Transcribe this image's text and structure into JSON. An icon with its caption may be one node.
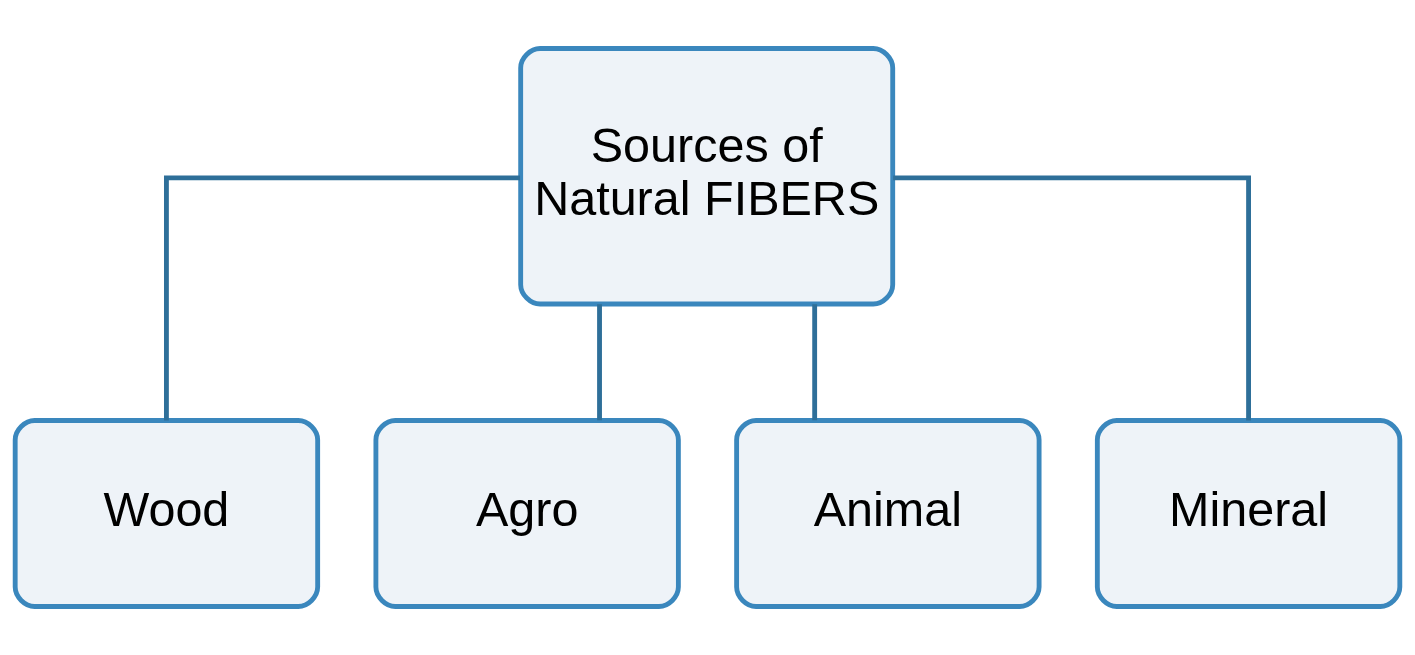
{
  "diagram": {
    "nodes": [
      {
        "text": [
          "Sources of Natural FIBERS"
        ]
      },
      {
        "text": [
          "Wood"
        ]
      },
      {
        "text": [
          "Agro"
        ]
      },
      {
        "text": [
          "Animal"
        ]
      },
      {
        "text": [
          "Mineral"
        ]
      }
    ],
    "edges": [
      {
        "from": 0,
        "to": 1,
        "arrow": "none"
      },
      {
        "from": 0,
        "to": 2,
        "arrow": "none"
      },
      {
        "from": 0,
        "to": 3,
        "arrow": "none"
      },
      {
        "from": 0,
        "to": 4,
        "arrow": "none"
      }
    ]
  }
}
